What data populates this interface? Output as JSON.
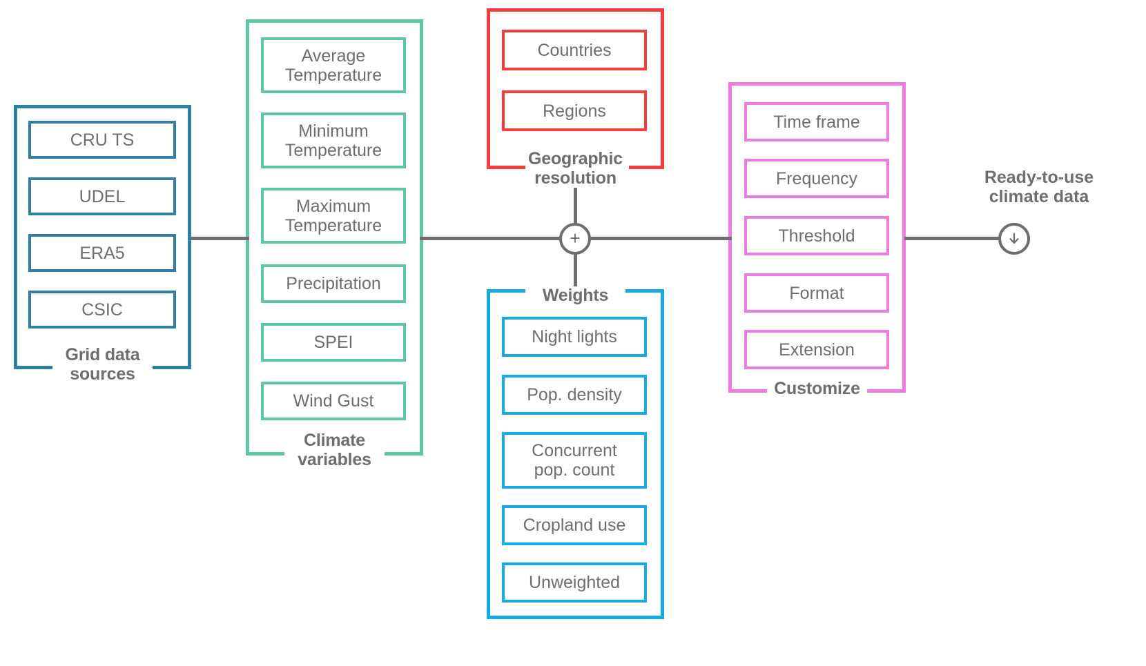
{
  "diagram": {
    "title": "Climate data pipeline flow diagram",
    "colors": {
      "grid_sources": "#3080a5",
      "climate_variables": "#5ec9a0",
      "geographic_resolution": "#f63b3b",
      "weights": "#17aae8",
      "customize": "#ee7be2",
      "connector": "#6e6e6e",
      "text": "#6e6e6e",
      "background": "#ffffff"
    },
    "groups": {
      "grid_sources": {
        "label": "Grid data\nsources",
        "label_position": "bottom",
        "items": [
          {
            "label": "CRU TS"
          },
          {
            "label": "UDEL"
          },
          {
            "label": "ERA5"
          },
          {
            "label": "CSIC"
          }
        ]
      },
      "climate_variables": {
        "label": "Climate\nvariables",
        "label_position": "bottom",
        "items": [
          {
            "label": "Average\nTemperature"
          },
          {
            "label": "Minimum\nTemperature"
          },
          {
            "label": "Maximum\nTemperature"
          },
          {
            "label": "Precipitation"
          },
          {
            "label": "SPEI"
          },
          {
            "label": "Wind Gust"
          }
        ]
      },
      "geographic_resolution": {
        "label": "Geographic\nresolution",
        "label_position": "bottom",
        "items": [
          {
            "label": "Countries"
          },
          {
            "label": "Regions"
          }
        ]
      },
      "weights": {
        "label": "Weights",
        "label_position": "top",
        "items": [
          {
            "label": "Night lights"
          },
          {
            "label": "Pop. density"
          },
          {
            "label": "Concurrent\npop. count"
          },
          {
            "label": "Cropland use"
          },
          {
            "label": "Unweighted"
          }
        ]
      },
      "customize": {
        "label": "Customize",
        "label_position": "bottom",
        "items": [
          {
            "label": "Time frame"
          },
          {
            "label": "Frequency"
          },
          {
            "label": "Threshold"
          },
          {
            "label": "Format"
          },
          {
            "label": "Extension"
          }
        ]
      }
    },
    "junction": {
      "symbol": "+",
      "name": "combine-junction"
    },
    "output": {
      "label": "Ready-to-use\nclimate data",
      "icon": "download-arrow-icon"
    }
  }
}
